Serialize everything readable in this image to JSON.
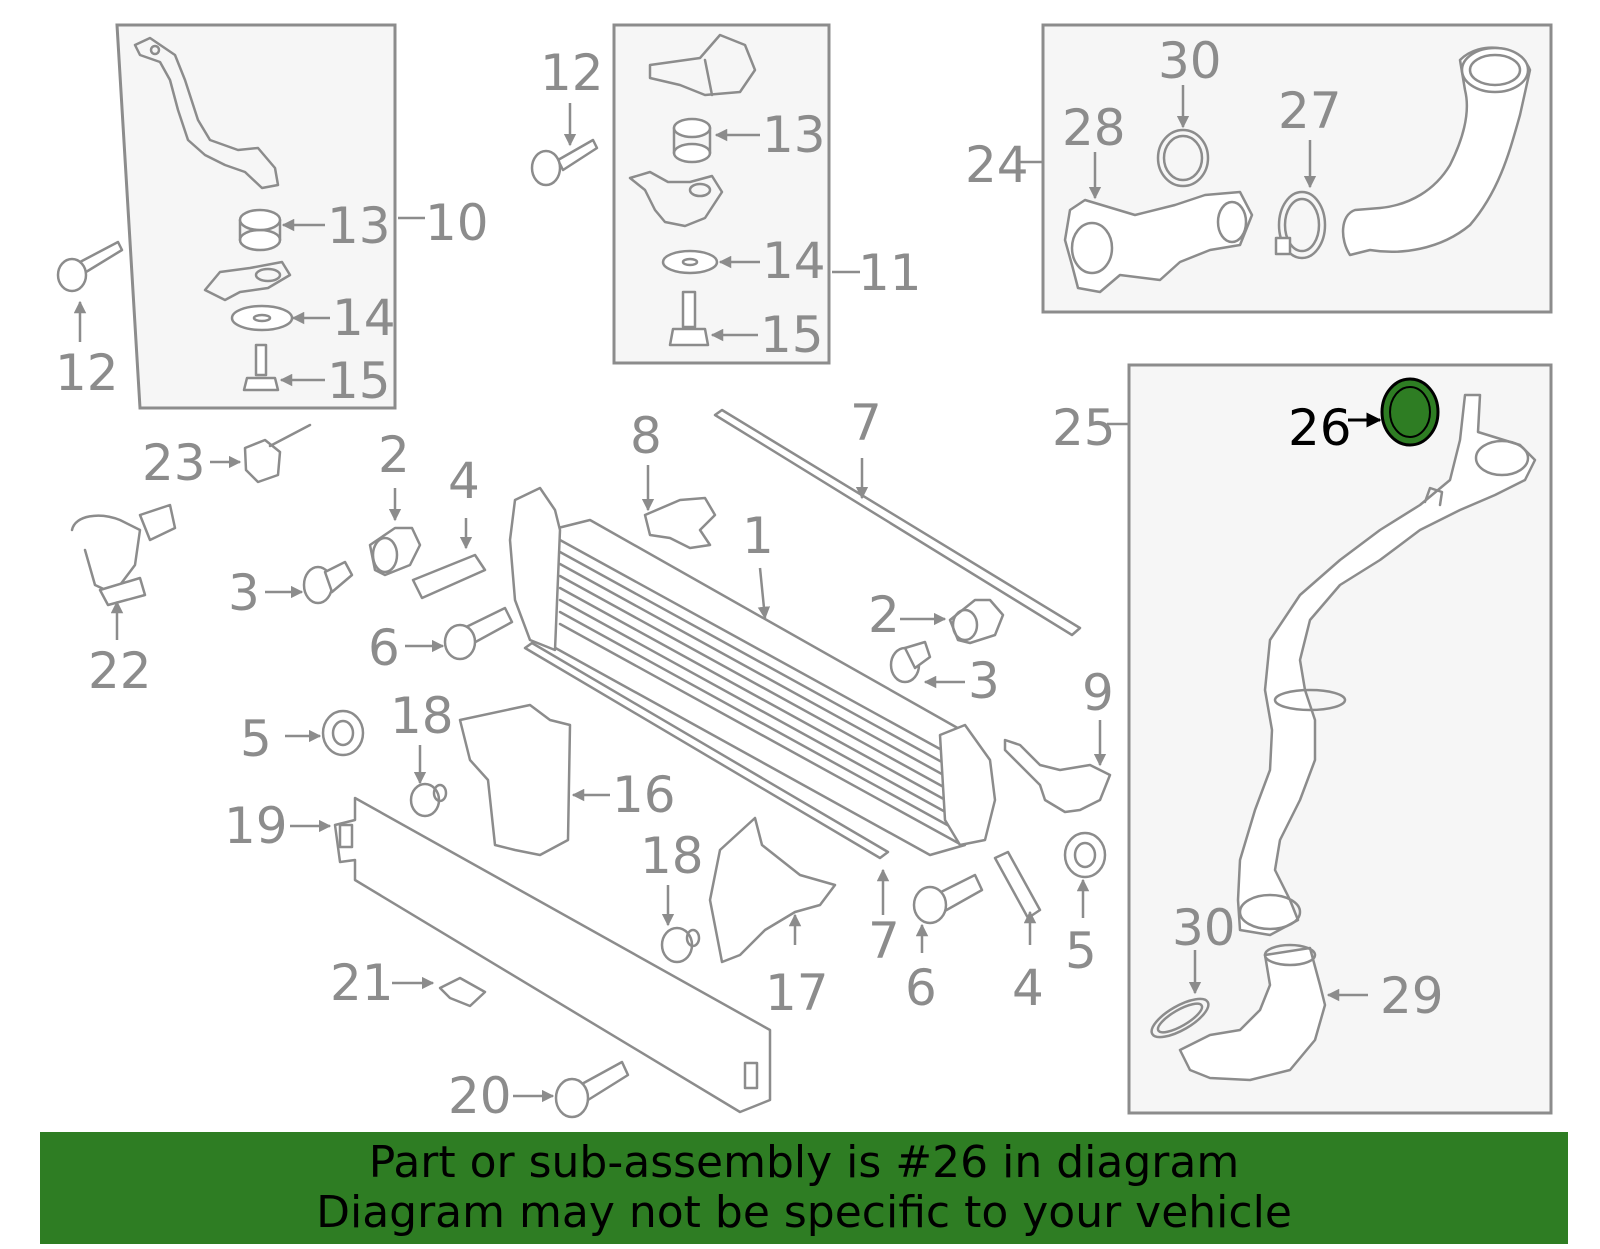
{
  "callouts": {
    "c1": "1",
    "c2a": "2",
    "c2b": "2",
    "c3a": "3",
    "c3b": "3",
    "c4a": "4",
    "c4b": "4",
    "c5a": "5",
    "c5b": "5",
    "c6a": "6",
    "c6b": "6",
    "c7a": "7",
    "c7b": "7",
    "c8": "8",
    "c9": "9",
    "c10": "10",
    "c11": "11",
    "c12a": "12",
    "c12b": "12",
    "c13a": "13",
    "c13b": "13",
    "c14a": "14",
    "c14b": "14",
    "c15a": "15",
    "c15b": "15",
    "c16": "16",
    "c17": "17",
    "c18a": "18",
    "c18b": "18",
    "c19": "19",
    "c20": "20",
    "c21": "21",
    "c22": "22",
    "c23": "23",
    "c24": "24",
    "c25": "25",
    "c26": "26",
    "c27": "27",
    "c28": "28",
    "c29": "29",
    "c30a": "30",
    "c30b": "30"
  },
  "highlight": {
    "part_number": "26",
    "color": "#2e7d23"
  },
  "banner": {
    "line1": "Part or sub-assembly is #26 in diagram",
    "line2": "Diagram may not be specific to your vehicle",
    "background": "#2e7d23"
  }
}
